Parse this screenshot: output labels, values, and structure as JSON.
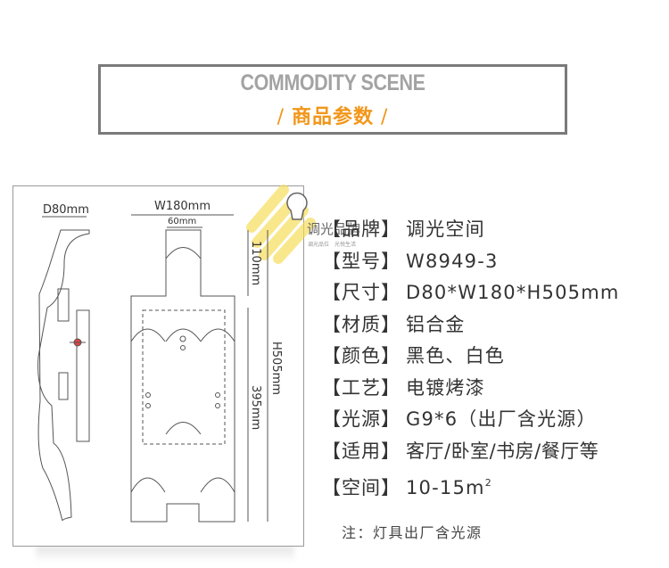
{
  "header": {
    "title_en": "COMMODITY SCENE",
    "title_cn": "商品参数",
    "slash": "/"
  },
  "drawing": {
    "dims": {
      "depth": "D80mm",
      "width": "W180mm",
      "inner_width": "60mm",
      "top_offset": "110mm",
      "height": "H505mm",
      "mount_span": "395mm"
    },
    "watermark": {
      "brand": "调光品牌",
      "tagline": "调光品位　光悦生活",
      "accent_color": "#f7d64a"
    }
  },
  "specs": [
    {
      "label": "【品牌】",
      "value": "调光空间"
    },
    {
      "label": "【型号】",
      "value": "W8949-3"
    },
    {
      "label": "【尺寸】",
      "value": "D80*W180*H505mm"
    },
    {
      "label": "【材质】",
      "value": "铝合金"
    },
    {
      "label": "【颜色】",
      "value": "黑色、白色"
    },
    {
      "label": "【工艺】",
      "value": "电镀烤漆"
    },
    {
      "label": "【光源】",
      "value": "G9*6（出厂含光源）"
    },
    {
      "label": "【适用】",
      "value": "客厅/卧室/书房/餐厅等"
    },
    {
      "label": "【空间】",
      "value": "10-15m",
      "sup": "2"
    }
  ],
  "note": "注：灯具出厂含光源",
  "colors": {
    "accent": "#f2961a",
    "header_en": "#a3a3a3",
    "border": "#7a7a7a"
  }
}
